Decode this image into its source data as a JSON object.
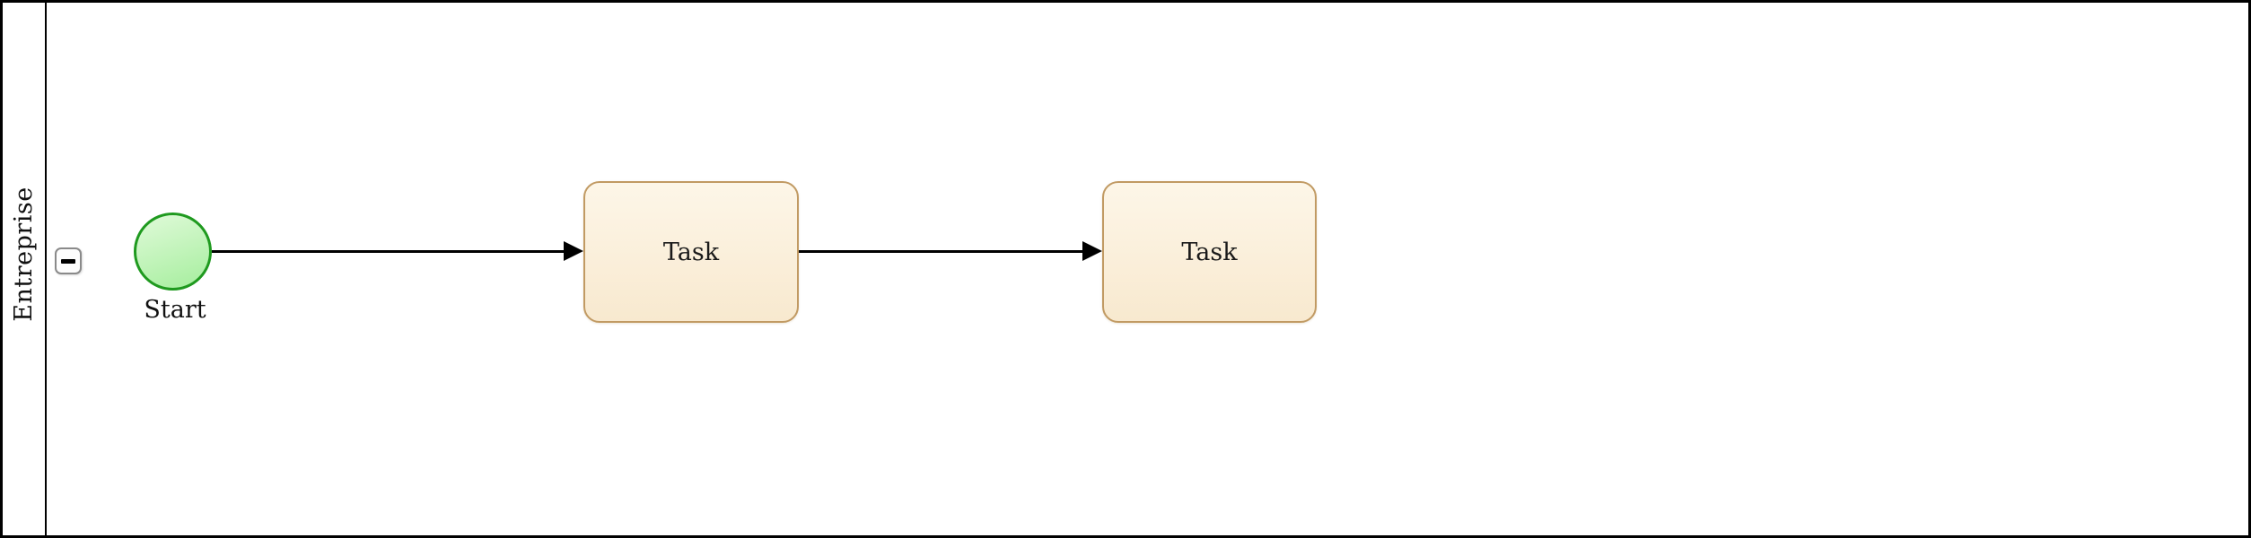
{
  "pool": {
    "label": "Entreprise",
    "collapse_button": {
      "icon": "minus-icon"
    }
  },
  "nodes": {
    "start_event": {
      "type": "start-event",
      "label": "Start"
    },
    "task_1": {
      "type": "task",
      "label": "Task"
    },
    "task_2": {
      "type": "task",
      "label": "Task"
    }
  },
  "flows": [
    {
      "from": "start_event",
      "to": "task_1"
    },
    {
      "from": "task_1",
      "to": "task_2"
    }
  ],
  "colors": {
    "pool_border": "#000000",
    "task_border": "#c19a63",
    "task_fill_top": "#fdf6e8",
    "task_fill_bottom": "#f8e9cf",
    "event_border": "#1f9a1f",
    "event_fill_top": "#e0fad9",
    "event_fill_bottom": "#a5ee9d",
    "connector": "#000000"
  }
}
